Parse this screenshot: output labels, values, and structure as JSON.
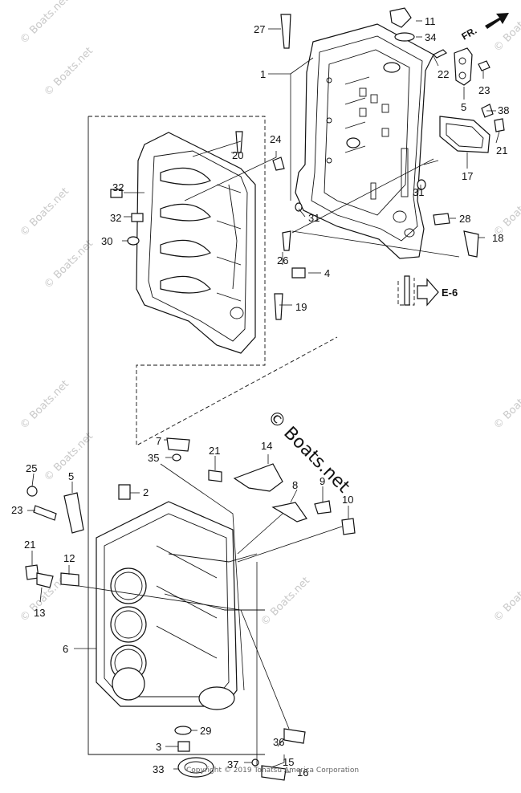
{
  "diagram": {
    "orientation_label": "FR.",
    "reference_label": "E-6",
    "watermark_main": "© Boats.net",
    "watermark_repeat": "© Boats.net",
    "copyright": "Copyright © 2019 Tohatsu America Corporation",
    "callouts": [
      {
        "id": "c27",
        "label": "27"
      },
      {
        "id": "c11",
        "label": "11"
      },
      {
        "id": "c34",
        "label": "34"
      },
      {
        "id": "c1",
        "label": "1"
      },
      {
        "id": "c22",
        "label": "22"
      },
      {
        "id": "c23a",
        "label": "23"
      },
      {
        "id": "c5a",
        "label": "5"
      },
      {
        "id": "c38",
        "label": "38"
      },
      {
        "id": "c21a",
        "label": "21"
      },
      {
        "id": "c17",
        "label": "17"
      },
      {
        "id": "c20",
        "label": "20"
      },
      {
        "id": "c24",
        "label": "24"
      },
      {
        "id": "c32a",
        "label": "32"
      },
      {
        "id": "c32b",
        "label": "32"
      },
      {
        "id": "c31a",
        "label": "31"
      },
      {
        "id": "c31b",
        "label": "31"
      },
      {
        "id": "c28",
        "label": "28"
      },
      {
        "id": "c18",
        "label": "18"
      },
      {
        "id": "c30",
        "label": "30"
      },
      {
        "id": "c26",
        "label": "26"
      },
      {
        "id": "c4",
        "label": "4"
      },
      {
        "id": "c19",
        "label": "19"
      },
      {
        "id": "c7",
        "label": "7"
      },
      {
        "id": "c35",
        "label": "35"
      },
      {
        "id": "c21b",
        "label": "21"
      },
      {
        "id": "c14",
        "label": "14"
      },
      {
        "id": "c25",
        "label": "25"
      },
      {
        "id": "c5b",
        "label": "5"
      },
      {
        "id": "c2",
        "label": "2"
      },
      {
        "id": "c8",
        "label": "8"
      },
      {
        "id": "c9",
        "label": "9"
      },
      {
        "id": "c10",
        "label": "10"
      },
      {
        "id": "c23b",
        "label": "23"
      },
      {
        "id": "c21c",
        "label": "21"
      },
      {
        "id": "c12",
        "label": "12"
      },
      {
        "id": "c13",
        "label": "13"
      },
      {
        "id": "c6",
        "label": "6"
      },
      {
        "id": "c29",
        "label": "29"
      },
      {
        "id": "c36",
        "label": "36"
      },
      {
        "id": "c3",
        "label": "3"
      },
      {
        "id": "c15",
        "label": "15"
      },
      {
        "id": "c33",
        "label": "33"
      },
      {
        "id": "c37",
        "label": "37"
      },
      {
        "id": "c16",
        "label": "16"
      }
    ]
  }
}
